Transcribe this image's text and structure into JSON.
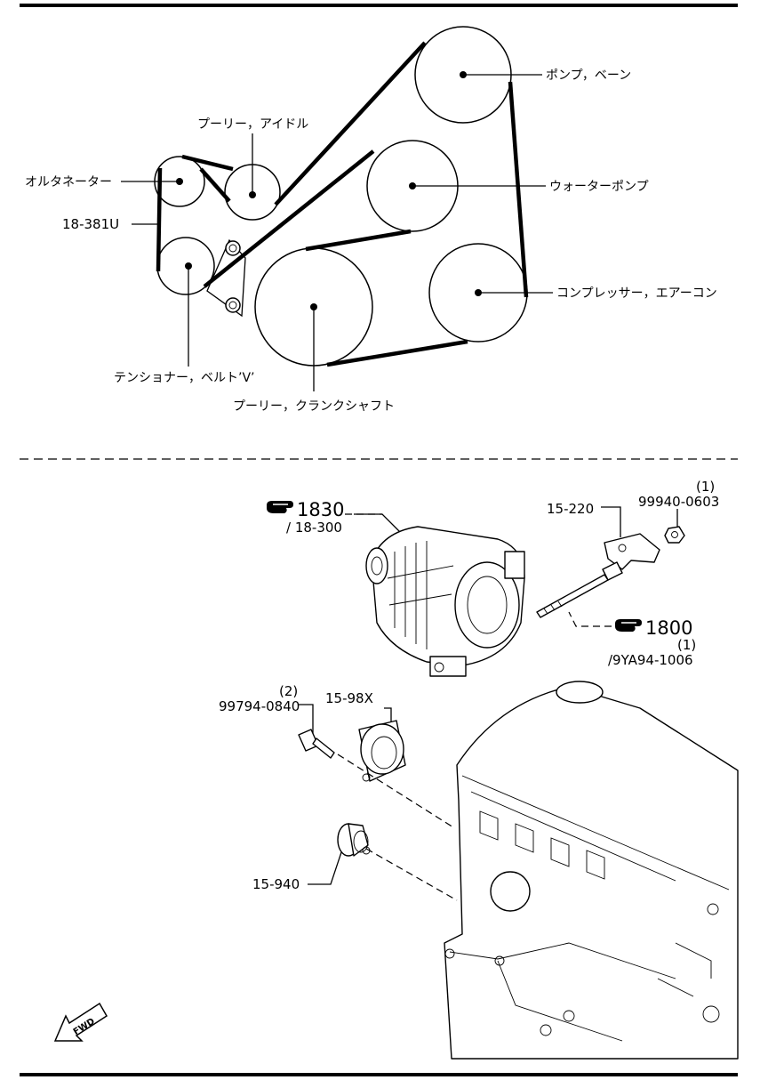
{
  "belt_diagram": {
    "labels": {
      "pump_vane": "ポンプ，ベーン",
      "pulley_idle": "プーリー，アイドル",
      "alternator": "オルタネーター",
      "belt_part_no": "18-381U",
      "water_pump": "ウォーターポンプ",
      "ac_compressor": "コンプレッサー，エアーコン",
      "tensioner": "テンショナー，ベルト’V’",
      "crank_pulley": "プーリー，クランクシャフト"
    }
  },
  "exploded_view": {
    "alternator_ref": "1830",
    "alternator_part": "/ 18-300",
    "bracket_part": "15-220",
    "nut_qty": "(1)",
    "nut_part": "99940-0603",
    "bolt_ref": "1800",
    "bolt_qty": "(1)",
    "bolt_part": "/9YA94-1006",
    "screw_qty": "(2)",
    "screw_part": "99794-0840",
    "tensioner_part": "15-98X",
    "idler_part": "15-940",
    "fwd_label": "FWD"
  },
  "icons": [
    "hand-pointer-icon",
    "fwd-arrow-icon"
  ]
}
